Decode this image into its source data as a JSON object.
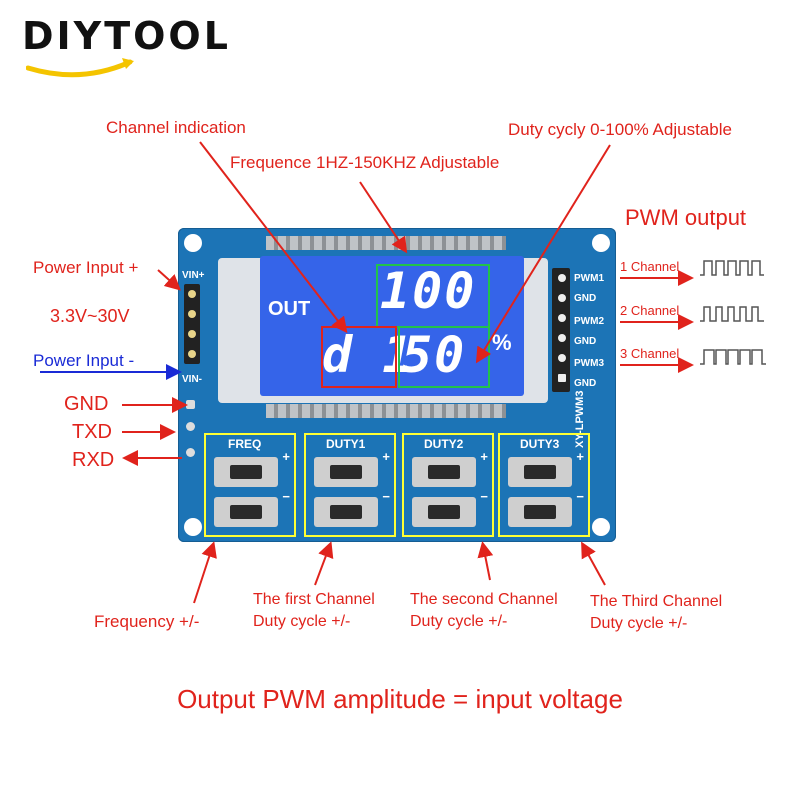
{
  "brand": {
    "name": "DIYTOOL"
  },
  "annotations": {
    "channel_indication": "Channel indication",
    "frequency_range": "Frequence 1HZ-150KHZ Adjustable",
    "duty_range": "Duty cycly 0-100% Adjustable",
    "pwm_output": "PWM output",
    "power_plus": "Power Input +",
    "voltage": "3.3V~30V",
    "power_minus": "Power Input -",
    "gnd": "GND",
    "txd": "TXD",
    "rxd": "RXD",
    "channel1": "1 Channel",
    "channel2": "2 Channel",
    "channel3": "3 Channel",
    "freq_btn_desc": "Frequency +/-",
    "ch1_line1": "The first Channel",
    "ch1_line2": "Duty cycle +/-",
    "ch2_line1": "The second Channel",
    "ch2_line2": "Duty cycle +/-",
    "ch3_line1": "The Third Channel",
    "ch3_line2": "Duty cycle +/-"
  },
  "board": {
    "vin_plus": "VIN+",
    "vin_minus": "VIN-",
    "pins": [
      "PWM1",
      "GND",
      "PWM2",
      "GND",
      "PWM3",
      "GND"
    ],
    "model": "XY-LPWM3",
    "lcd_out": "OUT",
    "lcd_top_value": "100",
    "lcd_channel": "d 1",
    "lcd_bottom_value": "50",
    "lcd_percent": "%",
    "buttons": [
      {
        "label": "FREQ"
      },
      {
        "label": "DUTY1"
      },
      {
        "label": "DUTY2"
      },
      {
        "label": "DUTY3"
      }
    ],
    "plus": "+",
    "minus": "−"
  },
  "footer": "Output PWM amplitude = input voltage",
  "colors": {
    "annotation": "#e0231c",
    "pcb": "#1f78b8",
    "lcd": "#2f5fe8",
    "highlight_green": "#22c24a",
    "highlight_yellow": "#ffff33"
  }
}
